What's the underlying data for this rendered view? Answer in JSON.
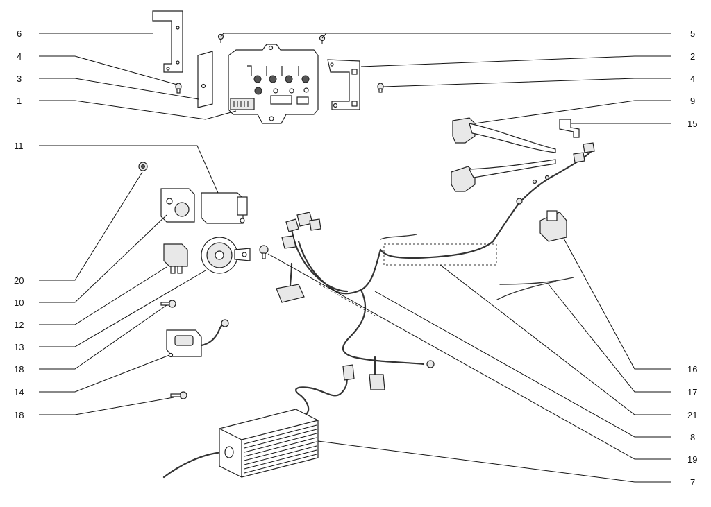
{
  "callouts": {
    "left": [
      {
        "id": "c6",
        "label": "6"
      },
      {
        "id": "c4a",
        "label": "4"
      },
      {
        "id": "c3",
        "label": "3"
      },
      {
        "id": "c1",
        "label": "1"
      },
      {
        "id": "c11",
        "label": "11"
      },
      {
        "id": "c20",
        "label": "20"
      },
      {
        "id": "c10",
        "label": "10"
      },
      {
        "id": "c12",
        "label": "12"
      },
      {
        "id": "c13",
        "label": "13"
      },
      {
        "id": "c18a",
        "label": "18"
      },
      {
        "id": "c14",
        "label": "14"
      },
      {
        "id": "c18b",
        "label": "18"
      }
    ],
    "right": [
      {
        "id": "c5",
        "label": "5"
      },
      {
        "id": "c2",
        "label": "2"
      },
      {
        "id": "c4b",
        "label": "4"
      },
      {
        "id": "c9",
        "label": "9"
      },
      {
        "id": "c15",
        "label": "15"
      },
      {
        "id": "c16",
        "label": "16"
      },
      {
        "id": "c17",
        "label": "17"
      },
      {
        "id": "c21",
        "label": "21"
      },
      {
        "id": "c8",
        "label": "8"
      },
      {
        "id": "c19",
        "label": "19"
      },
      {
        "id": "c7",
        "label": "7"
      }
    ]
  },
  "colors": {
    "background": "#ffffff",
    "ink": "#111111"
  }
}
